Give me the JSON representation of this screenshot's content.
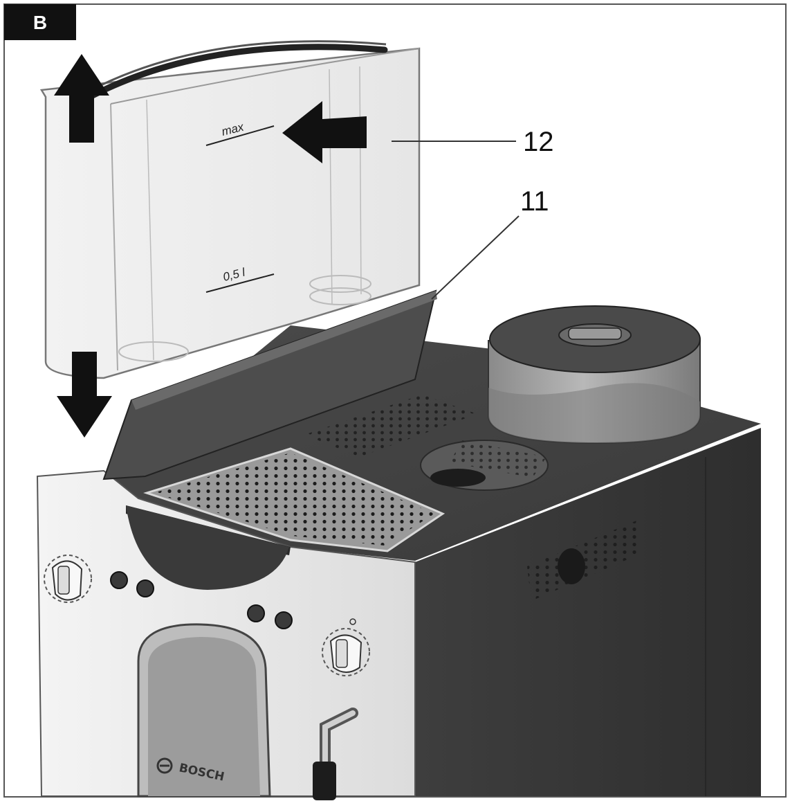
{
  "figure": {
    "tag": "B",
    "callouts": [
      {
        "number": "12",
        "target": "water-tank"
      },
      {
        "number": "11",
        "target": "tank-lid"
      }
    ],
    "tank_marks": {
      "max": "max",
      "min": "0,5 l"
    },
    "brand": "BOSCH",
    "arrows": [
      "arrow-up",
      "arrow-left",
      "arrow-down"
    ]
  }
}
